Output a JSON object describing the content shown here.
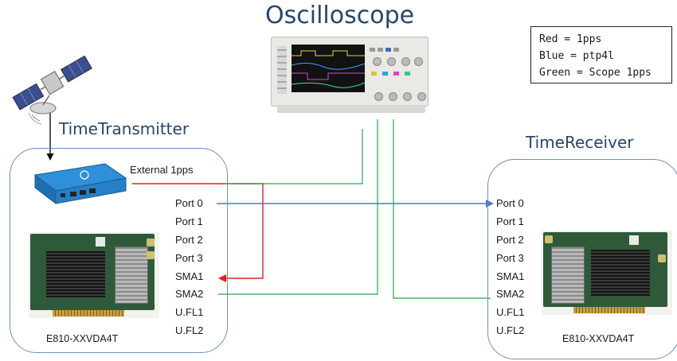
{
  "titles": {
    "oscilloscope": "Oscilloscope",
    "transmitter": "TimeTransmitter",
    "receiver": "TimeReceiver"
  },
  "legend": {
    "lines": [
      "Red = 1pps",
      "Blue = ptp4l",
      "Green = Scope 1pps"
    ]
  },
  "transmitter": {
    "external_label": "External 1pps",
    "ports": [
      "Port 0",
      "Port 1",
      "Port 2",
      "Port 3",
      "SMA1",
      "SMA2",
      "U.FL1",
      "U.FL2"
    ],
    "card_label": "E810-XXVDA4T"
  },
  "receiver": {
    "ports": [
      "Port 0",
      "Port 1",
      "Port 2",
      "Port 3",
      "SMA1",
      "SMA2",
      "U.FL1",
      "U.FL2"
    ],
    "card_label": "E810-XXVDA4T"
  },
  "colors": {
    "red": "#e02020",
    "blue": "#4a78c8",
    "green": "#2fa050",
    "title": "#27466b",
    "box_border": "#6f8fb8"
  },
  "icons": {
    "satellite": "satellite-icon",
    "gm_device": "grandmaster-clock-device",
    "nic": "network-card-image",
    "scope": "oscilloscope-image"
  }
}
